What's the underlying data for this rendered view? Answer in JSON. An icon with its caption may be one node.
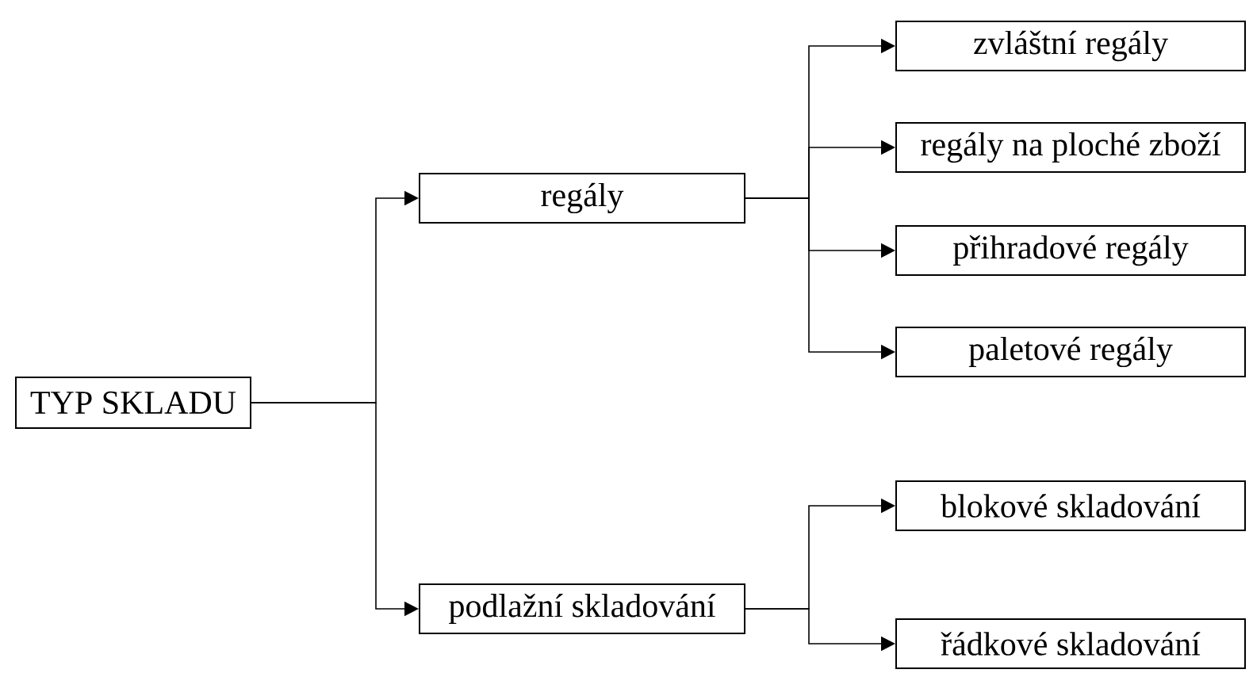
{
  "diagram": {
    "nodes": [
      {
        "text": [
          "TYP SKLADU"
        ]
      },
      {
        "text": [
          "regály"
        ]
      },
      {
        "text": [
          "podlažní skladování"
        ]
      },
      {
        "text": [
          "zvláštní regály"
        ]
      },
      {
        "text": [
          "regály na ploché zboží"
        ]
      },
      {
        "text": [
          "přihradové regály"
        ]
      },
      {
        "text": [
          "paletové regály"
        ]
      },
      {
        "text": [
          "blokové skladování"
        ]
      },
      {
        "text": [
          "řádkové skladování"
        ]
      }
    ],
    "edges": [
      {
        "from": 0,
        "to": 1,
        "arrow": "to"
      },
      {
        "from": 0,
        "to": 2,
        "arrow": "to"
      },
      {
        "from": 1,
        "to": 3,
        "arrow": "to"
      },
      {
        "from": 1,
        "to": 4,
        "arrow": "to"
      },
      {
        "from": 1,
        "to": 5,
        "arrow": "to"
      },
      {
        "from": 1,
        "to": 6,
        "arrow": "to"
      },
      {
        "from": 2,
        "to": 7,
        "arrow": "to"
      },
      {
        "from": 2,
        "to": 8,
        "arrow": "to"
      }
    ]
  }
}
